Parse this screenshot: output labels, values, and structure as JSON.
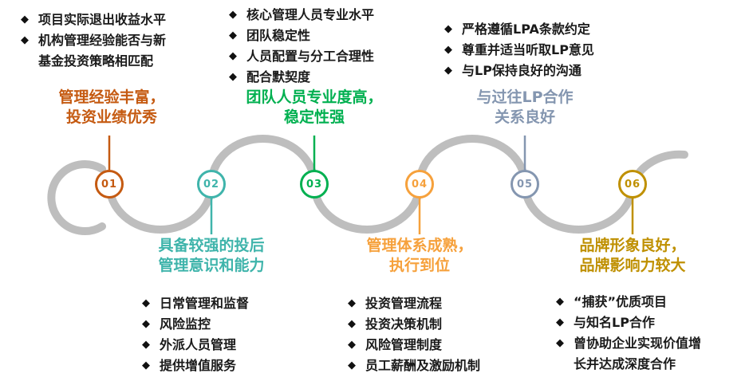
{
  "colors": {
    "ribbon": "#BEBEBE",
    "bullet_text": "#1A1A1A"
  },
  "glyphs": {
    "bullet": "◆"
  },
  "steps": [
    {
      "number": "01",
      "title": "管理经验丰富，\n投资业绩优秀",
      "color": "#C55A11",
      "bullets": [
        "项目实际退出收益水平",
        "机构管理经验能否与新基金投资策略相匹配"
      ]
    },
    {
      "number": "02",
      "title": "具备较强的投后\n管理意识和能力",
      "color": "#3FB4AB",
      "bullets": [
        "日常管理和监督",
        "风险监控",
        "外派人员管理",
        "提供增值服务"
      ]
    },
    {
      "number": "03",
      "title": "团队人员专业度高，\n稳定性强",
      "color": "#00B050",
      "bullets": [
        "核心管理人员专业水平",
        "团队稳定性",
        "人员配置与分工合理性",
        "配合默契度"
      ]
    },
    {
      "number": "04",
      "title": "管理体系成熟，\n执行到位",
      "color": "#F6A13C",
      "bullets": [
        "投资管理流程",
        "投资决策机制",
        "风险管理制度",
        "员工薪酬及激励机制"
      ]
    },
    {
      "number": "05",
      "title": "与过往LP合作\n关系良好",
      "color": "#8496B0",
      "bullets": [
        "严格遵循LPA条款约定",
        "尊重并适当听取LP意见",
        "与LP保持良好的沟通"
      ]
    },
    {
      "number": "06",
      "title": "品牌形象良好，\n品牌影响力较大",
      "color": "#BF9000",
      "bullets": [
        "“捕获”优质项目",
        "与知名LP合作",
        "曾协助企业实现价值增长并达成深度合作"
      ]
    }
  ]
}
